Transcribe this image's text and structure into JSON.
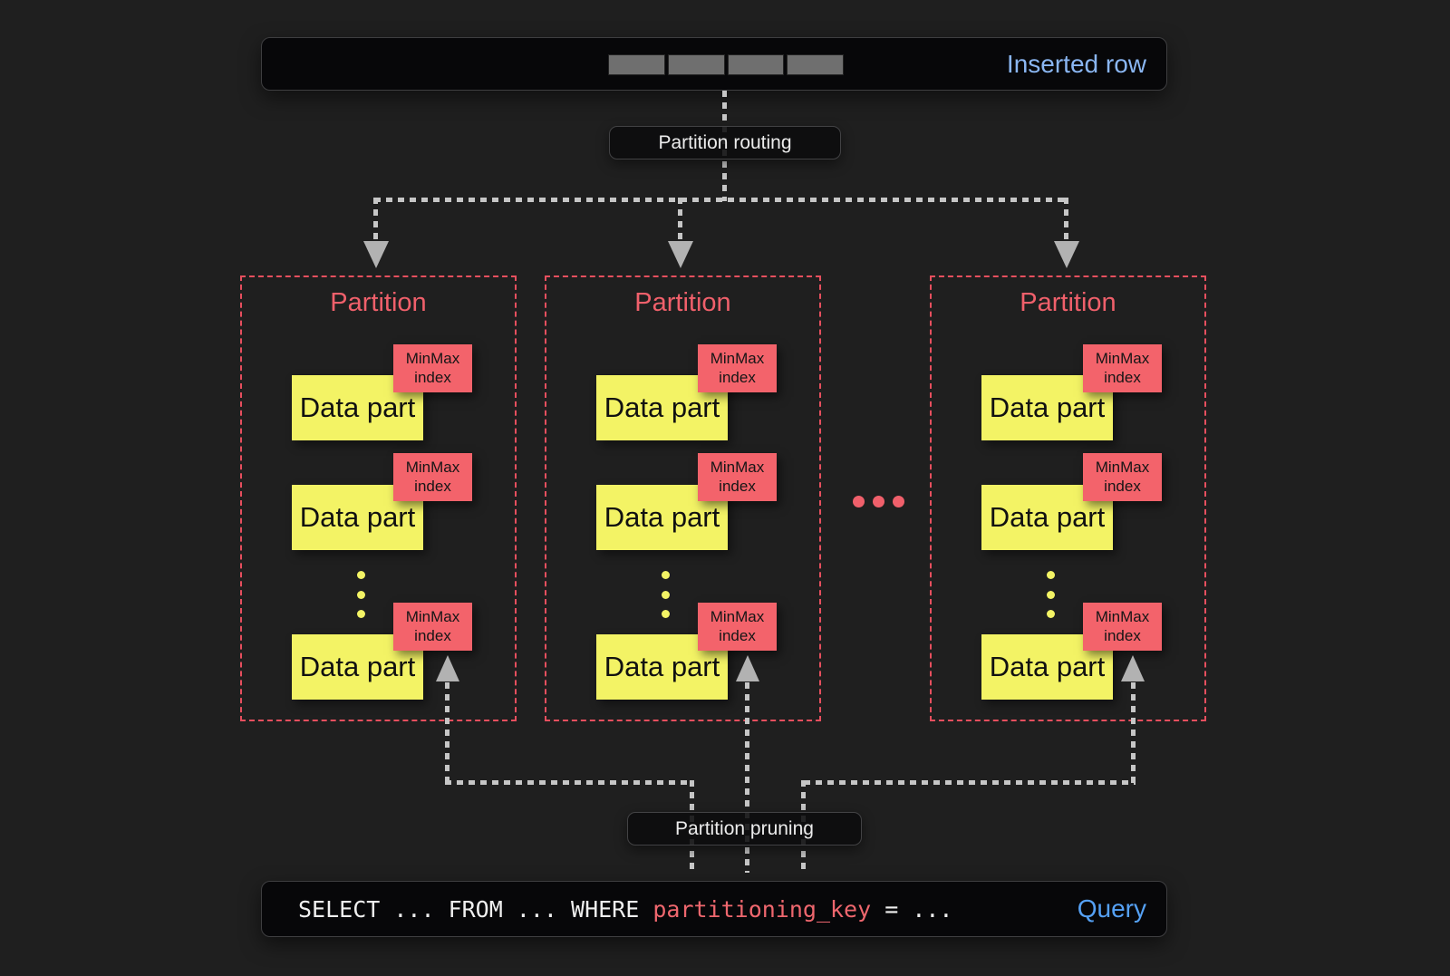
{
  "colors": {
    "background": "#1f1f1f",
    "panel_bg": "#070709",
    "yellow_box": "#f3f365",
    "red_tag": "#f3636b",
    "partition_border": "#e64f5e",
    "partition_title": "#f0606b",
    "line_gray": "#c6c6c6",
    "arrow_gray": "#b2b2b2",
    "inserted_row_blue": "#8ab6f2",
    "query_blue": "#55a1f5",
    "code_key_red": "#ef676e",
    "row_segment_gray": "#6f6f6f"
  },
  "inserted_row": {
    "label": "Inserted row",
    "segment_count": 4
  },
  "flow_labels": {
    "routing": "Partition routing",
    "pruning": "Partition pruning"
  },
  "partitions": [
    {
      "title": "Partition",
      "parts": [
        {
          "name": "Data part",
          "tag": "MinMax index"
        },
        {
          "name": "Data part",
          "tag": "MinMax index"
        },
        {
          "name": "Data part",
          "tag": "MinMax index"
        }
      ]
    },
    {
      "title": "Partition",
      "parts": [
        {
          "name": "Data part",
          "tag": "MinMax index"
        },
        {
          "name": "Data part",
          "tag": "MinMax index"
        },
        {
          "name": "Data part",
          "tag": "MinMax index"
        }
      ]
    },
    {
      "title": "Partition",
      "parts": [
        {
          "name": "Data part",
          "tag": "MinMax index"
        },
        {
          "name": "Data part",
          "tag": "MinMax index"
        },
        {
          "name": "Data part",
          "tag": "MinMax index"
        }
      ]
    }
  ],
  "ellipsis": "...",
  "query": {
    "prefix": "SELECT ... FROM ... WHERE ",
    "key": "partitioning_key",
    "suffix": " = ...",
    "label": "Query"
  }
}
